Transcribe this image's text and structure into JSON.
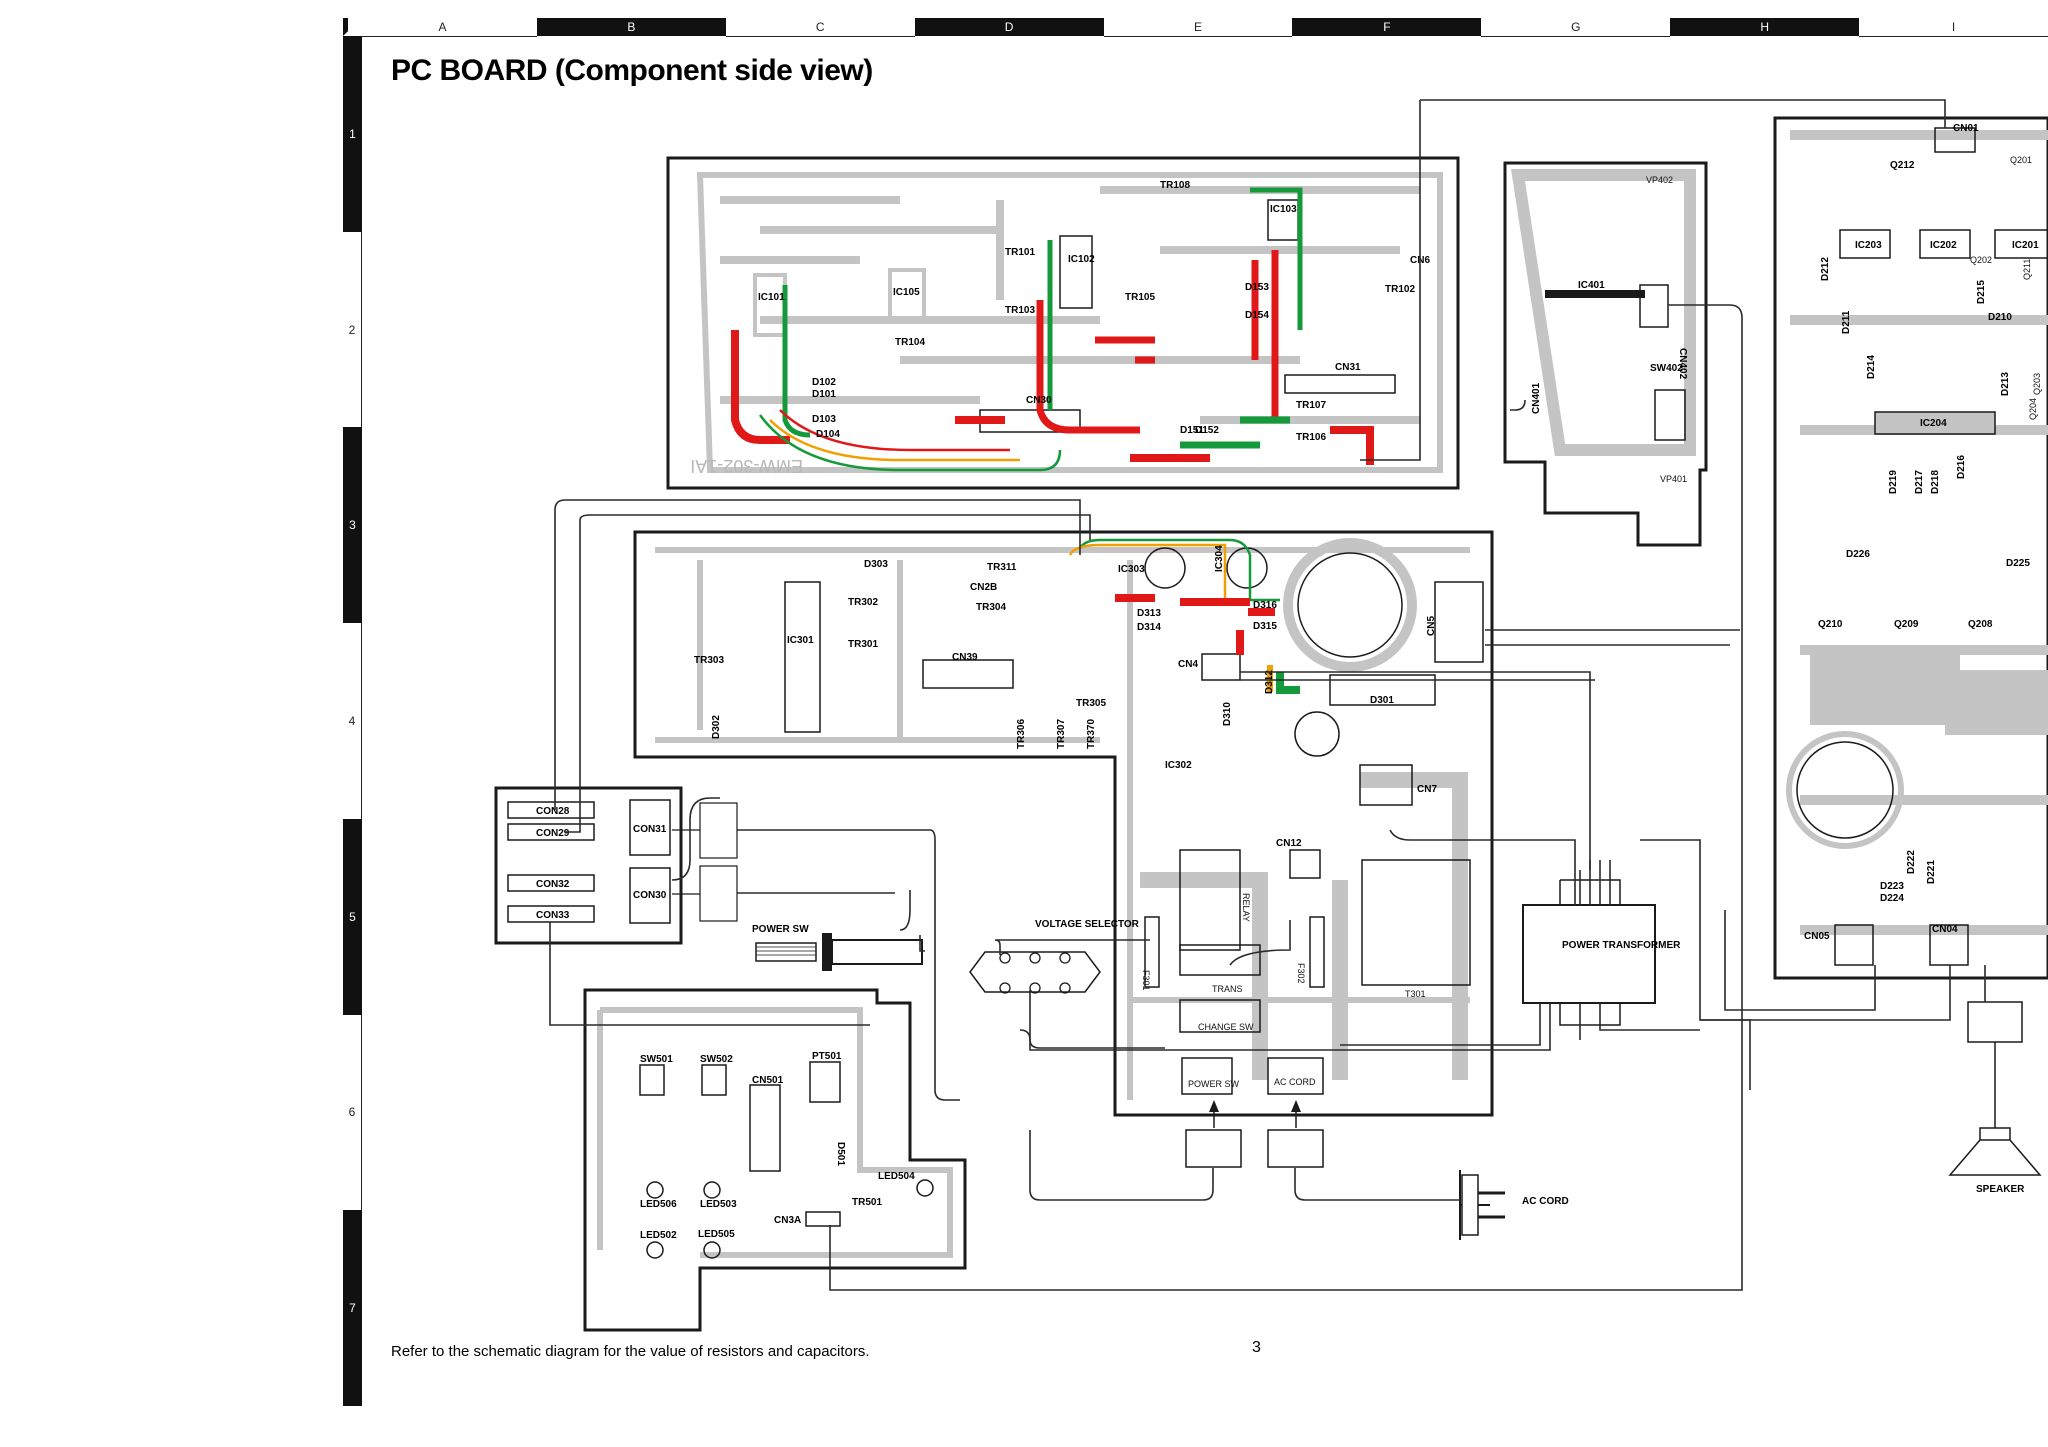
{
  "page": {
    "title": "PC BOARD (Component side view)",
    "footnote": "Refer to the schematic diagram for the value of resistors and capacitors.",
    "page_number": "3"
  },
  "grid": {
    "columns": [
      "A",
      "B",
      "C",
      "D",
      "E",
      "F",
      "G",
      "H",
      "I"
    ],
    "rows": [
      "1",
      "2",
      "3",
      "4",
      "5",
      "6",
      "7"
    ]
  },
  "boards": {
    "board_1": {
      "silkscreen": "EMW-302-1AI",
      "components": [
        "IC101",
        "IC102",
        "IC103",
        "IC105",
        "TR101",
        "TR102",
        "TR103",
        "TR104",
        "TR105",
        "TR106",
        "TR107",
        "TR108",
        "D101",
        "D102",
        "D103",
        "D104",
        "D151",
        "D152",
        "D153",
        "D154",
        "CN6",
        "CN30",
        "CN31"
      ]
    },
    "board_2": {
      "components": [
        "IC301",
        "IC303",
        "IC304",
        "TR301",
        "TR302",
        "TR303",
        "TR304",
        "TR305",
        "TR306",
        "TR307",
        "TR311",
        "TR370",
        "D301",
        "D302",
        "D303",
        "D310",
        "D312",
        "D313",
        "D314",
        "D315",
        "D316",
        "CN2B",
        "CN39",
        "CN4",
        "CN5",
        "CN7",
        "CN12",
        "IC302"
      ]
    },
    "board_3": {
      "components": [
        "IC401",
        "CN401",
        "CN402",
        "SW402",
        "VP401",
        "VP402"
      ]
    },
    "board_4": {
      "components": [
        "CN01",
        "IC201",
        "IC202",
        "IC203",
        "IC204",
        "Q201",
        "Q202",
        "Q203",
        "Q204",
        "Q208",
        "Q209",
        "Q210",
        "Q211",
        "Q212",
        "D210",
        "D211",
        "D212",
        "D213",
        "D214",
        "D215",
        "D216",
        "D217",
        "D218",
        "D219",
        "D221",
        "D222",
        "D223",
        "D224",
        "D225",
        "D226",
        "CN04",
        "CN05"
      ]
    },
    "board_5": {
      "components": [
        "SW501",
        "SW502",
        "CN501",
        "PT501",
        "D501",
        "LED502",
        "LED503",
        "LED504",
        "LED505",
        "LED506",
        "TR501",
        "CN3A"
      ]
    }
  },
  "connectors": {
    "box_left": [
      "CON28",
      "CON29",
      "CON32",
      "CON33"
    ],
    "box_right": [
      "CON31",
      "CON30"
    ]
  },
  "parts": {
    "power_sw": "POWER SW",
    "voltage_selector": "VOLTAGE SELECTOR",
    "power_transformer": "POWER TRANSFORMER",
    "ac_cord": "AC CORD",
    "speaker": "SPEAKER",
    "relay": "RELAY",
    "trans": "TRANS",
    "change_sw": "CHANGE SW",
    "power_sw_block": "POWER SW",
    "ac_cord_block": "AC CORD",
    "t301": "T301",
    "f301": "F301",
    "f302": "F302"
  },
  "colors": {
    "trace_gray": "#c4c4c4",
    "board_outline": "#1a1a1a",
    "trace_red": "#e01818",
    "trace_green": "#149a3a",
    "trace_orange": "#f0a000",
    "wire": "#2a2a2a"
  }
}
